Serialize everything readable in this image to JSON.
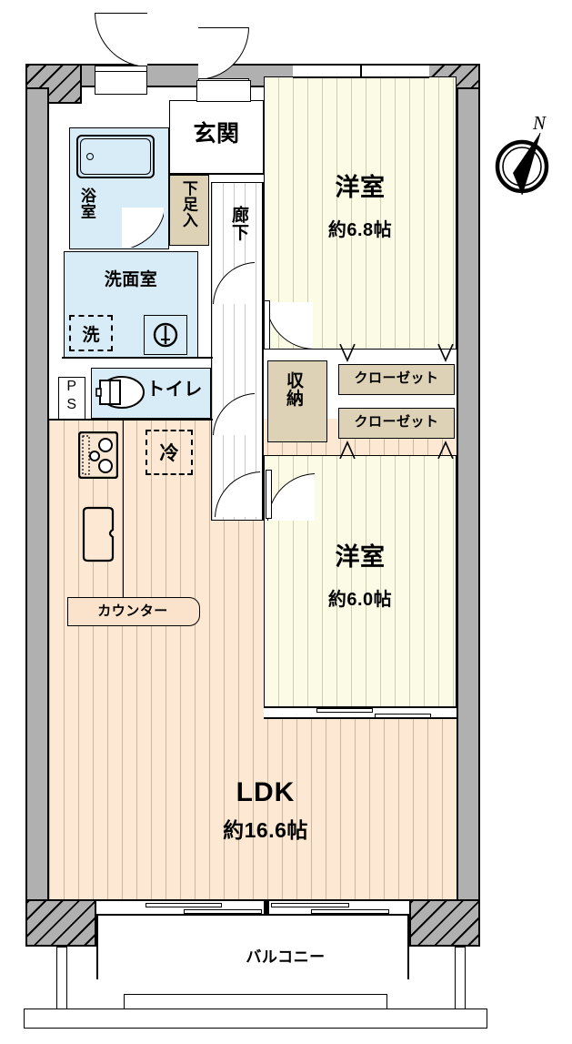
{
  "plan": {
    "type": "japanese-apartment-floor-plan",
    "compass": {
      "label": "N",
      "direction": "north-north-east"
    }
  },
  "rooms": {
    "bedroom1": {
      "name": "洋室",
      "size": "約6.8帖"
    },
    "bedroom2": {
      "name": "洋室",
      "size": "約6.0帖"
    },
    "ldk": {
      "name": "LDK",
      "size": "約16.6帖"
    },
    "entrance": {
      "name": "玄関"
    },
    "hallway": {
      "name": "廊下"
    },
    "bath": {
      "name": "浴室"
    },
    "washroom": {
      "name": "洗面室"
    },
    "toilet": {
      "name": "トイレ"
    },
    "balcony": {
      "name": "バルコニー"
    }
  },
  "storage": {
    "shoe_cabinet": {
      "name": "下足入"
    },
    "closet_main": {
      "name": "収納"
    },
    "closet_upper": {
      "name": "クローゼット"
    },
    "closet_lower": {
      "name": "クローゼット"
    }
  },
  "fixtures": {
    "washer": {
      "name": "洗"
    },
    "fridge": {
      "name": "冷"
    },
    "pipe_shaft": {
      "line1": "P",
      "line2": "S"
    },
    "counter": {
      "name": "カウンター"
    },
    "stove": {
      "name": "stove-icon"
    },
    "sink": {
      "name": "kitchen-sink-icon"
    },
    "bathtub": {
      "name": "bathtub-icon"
    },
    "vanity": {
      "name": "washbasin-icon"
    },
    "toilet_bowl": {
      "name": "toilet-icon"
    }
  },
  "colors": {
    "ldk_floor": "#fce8d3",
    "room_floor": "#fcfbe6",
    "wet_area": "#d8ecf7",
    "storage_fill": "#ddd2b6",
    "wall": "#b0b0b0",
    "line": "#000000"
  }
}
